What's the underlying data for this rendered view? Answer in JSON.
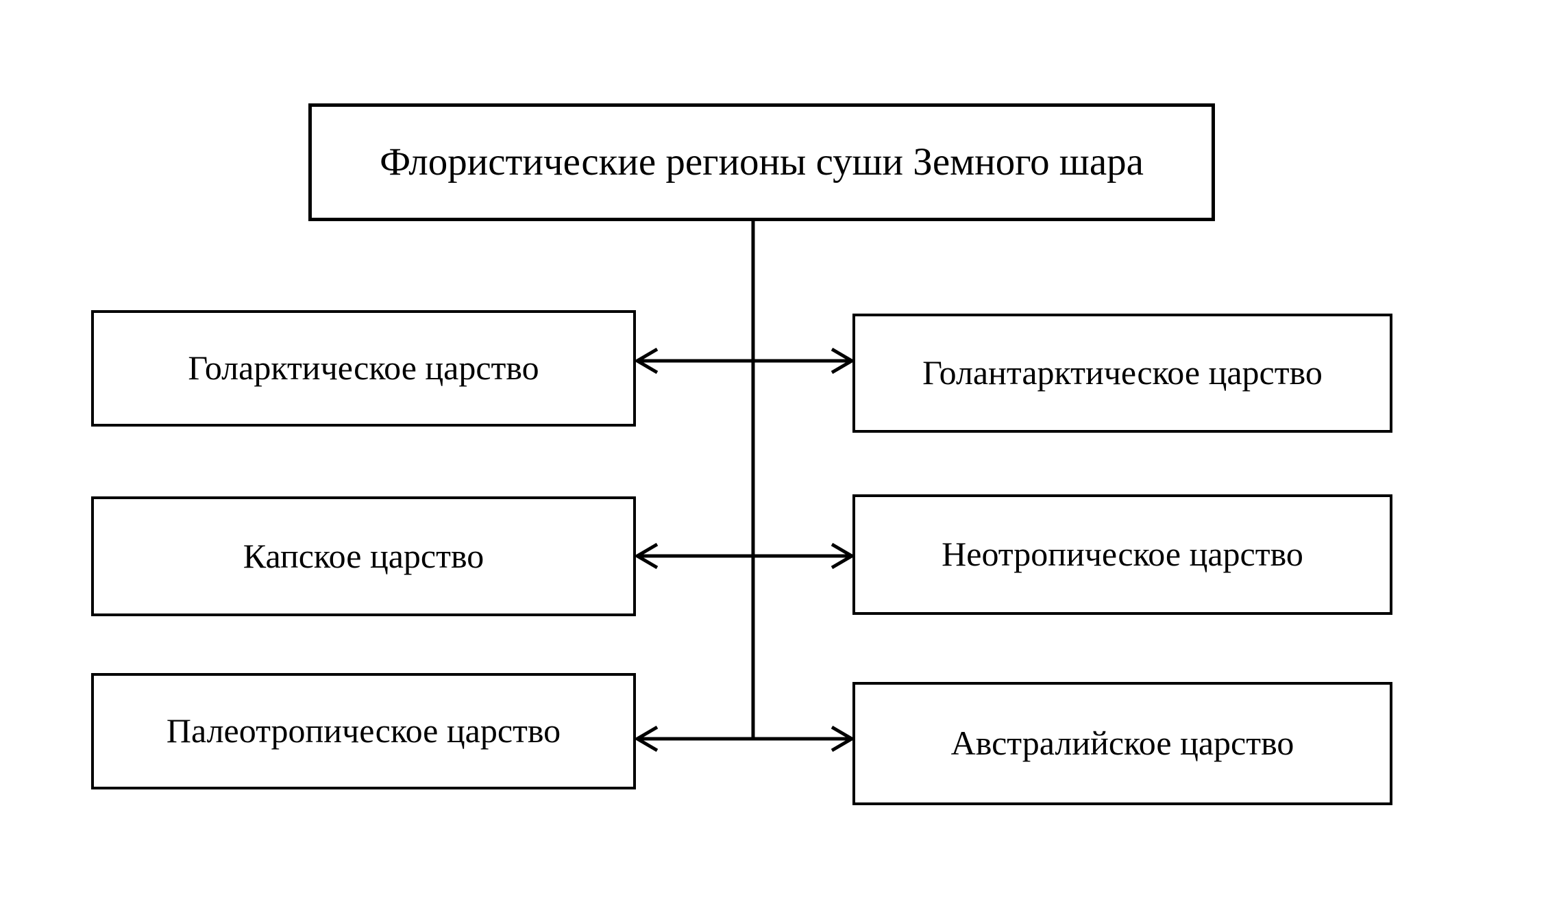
{
  "diagram": {
    "title": "Флористические регионы суши Земного шара",
    "left_column": [
      "Голарктическое царство",
      "Капское царство",
      "Палеотропическое царство"
    ],
    "right_column": [
      "Голантарктическое царство",
      "Неотропическое царство",
      "Австралийское царство"
    ],
    "connections": [
      {
        "type": "trunk-line",
        "from": "title-box",
        "direction": "down"
      },
      {
        "type": "double-arrow",
        "between": [
          "Голарктическое царство",
          "Голантарктическое царство"
        ]
      },
      {
        "type": "double-arrow",
        "between": [
          "Капское царство",
          "Неотропическое царство"
        ]
      },
      {
        "type": "double-arrow",
        "between": [
          "Палеотропическое царство",
          "Австралийское царство"
        ]
      }
    ],
    "colors": {
      "background": "#ffffff",
      "box_border": "#000000",
      "line": "#000000",
      "text": "#000000"
    }
  }
}
